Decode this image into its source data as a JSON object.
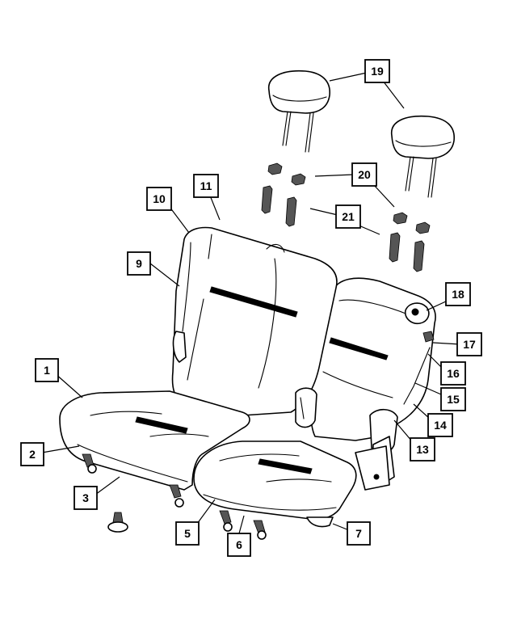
{
  "callouts": [
    {
      "id": "1",
      "label": "1"
    },
    {
      "id": "2",
      "label": "2"
    },
    {
      "id": "3",
      "label": "3"
    },
    {
      "id": "5",
      "label": "5"
    },
    {
      "id": "6",
      "label": "6"
    },
    {
      "id": "7",
      "label": "7"
    },
    {
      "id": "9",
      "label": "9"
    },
    {
      "id": "10",
      "label": "10"
    },
    {
      "id": "11",
      "label": "11"
    },
    {
      "id": "13",
      "label": "13"
    },
    {
      "id": "14",
      "label": "14"
    },
    {
      "id": "15",
      "label": "15"
    },
    {
      "id": "16",
      "label": "16"
    },
    {
      "id": "17",
      "label": "17"
    },
    {
      "id": "18",
      "label": "18"
    },
    {
      "id": "19",
      "label": "19"
    },
    {
      "id": "20",
      "label": "20"
    },
    {
      "id": "21",
      "label": "21"
    }
  ]
}
